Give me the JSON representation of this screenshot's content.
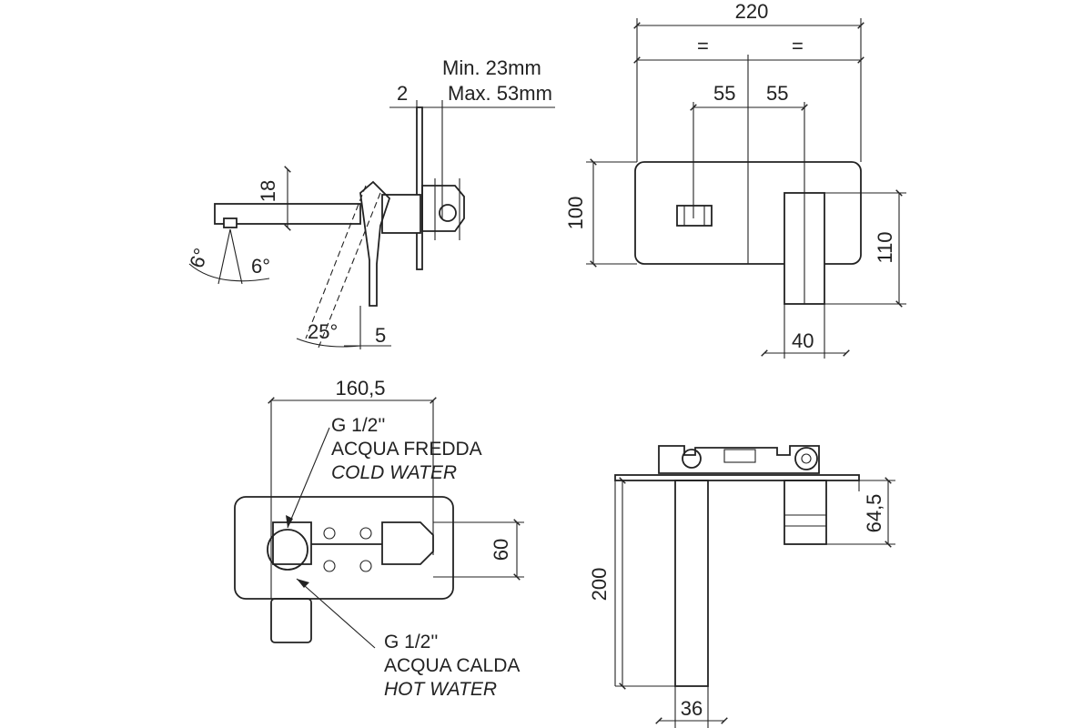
{
  "side_view": {
    "dim_thickness": "2",
    "dim_min": "Min. 23mm",
    "dim_max": "Max. 53mm",
    "dim_spout_height": "18",
    "angle_left": "6°",
    "angle_right": "6°",
    "angle_lever": "25°",
    "dim_lever": "5"
  },
  "front_view": {
    "dim_width": "220",
    "equal_left": "=",
    "equal_right": "=",
    "dim_left_offset": "55",
    "dim_right_offset": "55",
    "dim_plate_height": "100",
    "dim_handle_height": "110",
    "dim_handle_width": "40"
  },
  "body_view": {
    "dim_width": "160,5",
    "cold_spec": "G 1/2''",
    "cold_it": "ACQUA FREDDA",
    "cold_en": "COLD WATER",
    "dim_height": "60",
    "hot_spec": "G 1/2''",
    "hot_it": "ACQUA CALDA",
    "hot_en": "HOT WATER"
  },
  "install_view": {
    "dim_depth": "64,5",
    "dim_spout_length": "200",
    "dim_spout_width": "36"
  }
}
